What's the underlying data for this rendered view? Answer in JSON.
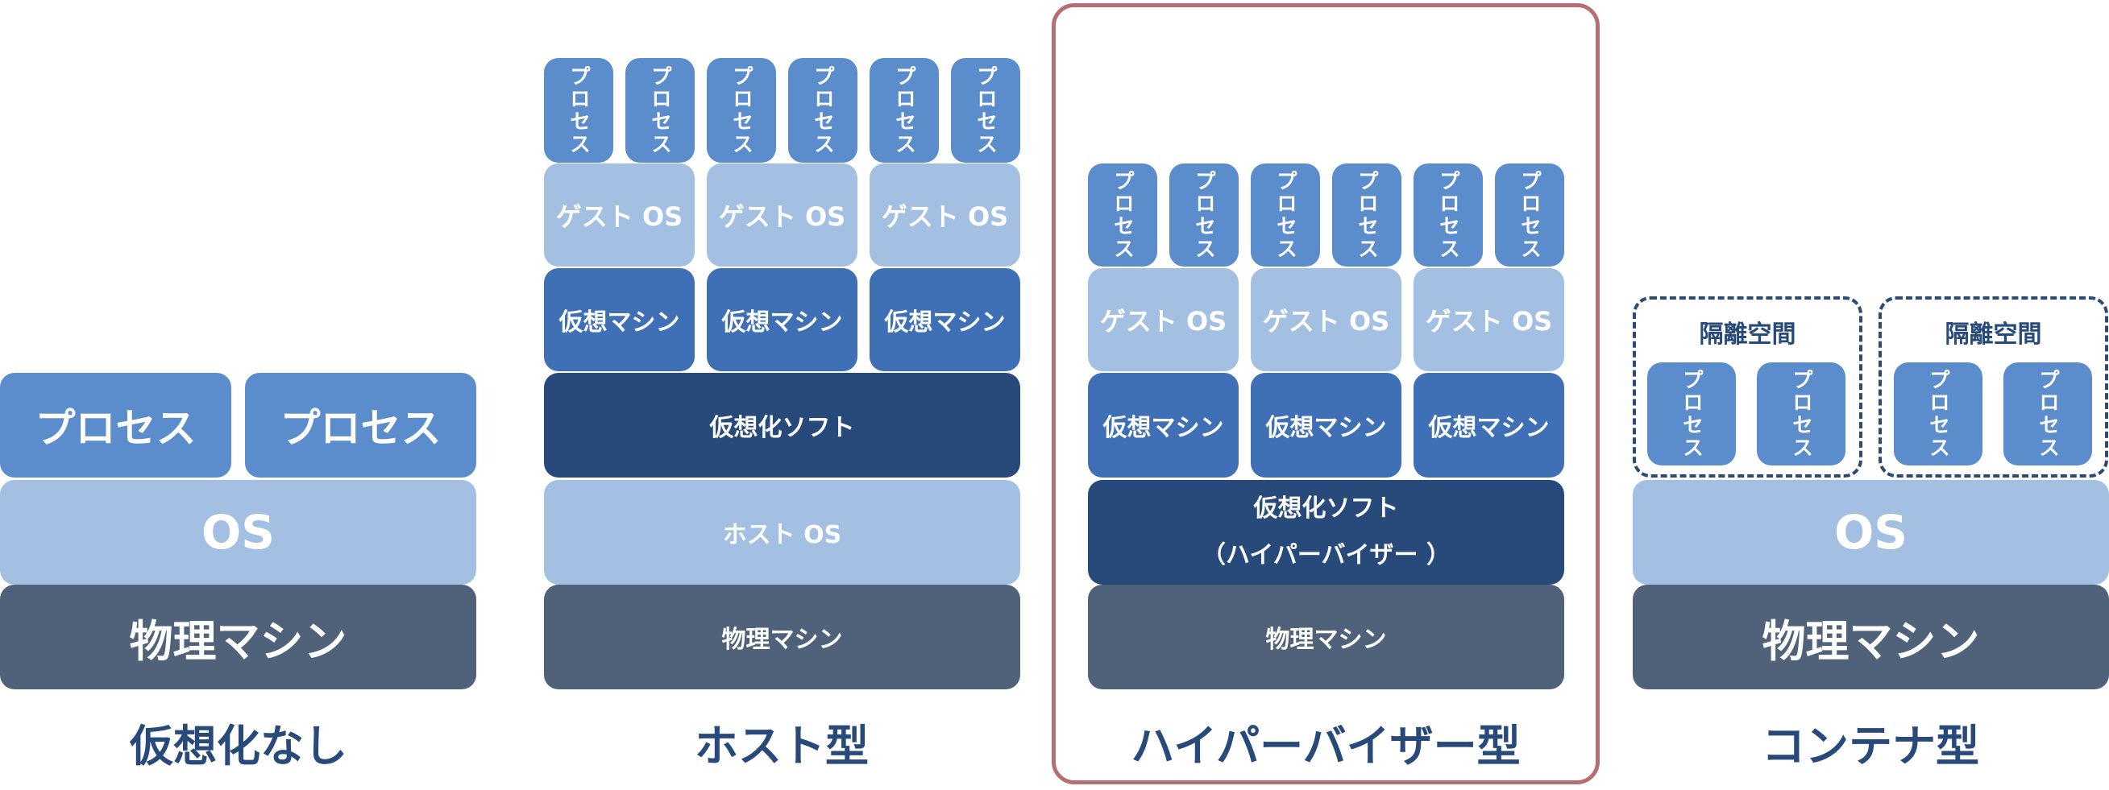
{
  "diagram": {
    "columns": [
      {
        "caption": "仮想化なし",
        "process_label": "プロセス",
        "os_label": "OS",
        "machine_label": "物理マシン"
      },
      {
        "caption": "ホスト型",
        "process_label": "プロセス",
        "guest_os_label": "ゲスト OS",
        "vm_label": "仮想マシン",
        "software_label": "仮想化ソフト",
        "host_os_label": "ホスト OS",
        "machine_label": "物理マシン"
      },
      {
        "caption": "ハイパーバイザー型",
        "process_label": "プロセス",
        "guest_os_label": "ゲスト OS",
        "vm_label": "仮想マシン",
        "software_line1": "仮想化ソフト",
        "software_line2": "（ハイパーバイザー ）",
        "machine_label": "物理マシン",
        "highlighted": true
      },
      {
        "caption": "コンテナ型",
        "isolation_label": "隔離空間",
        "process_label": "プロセス",
        "os_label": "OS",
        "machine_label": "物理マシン"
      }
    ],
    "colors": {
      "process": "#5b8ccc",
      "guest_os": "#a3c0e3",
      "virtual_machine": "#3f70b6",
      "virtualization_software": "#284a7b",
      "physical_machine": "#4f6279",
      "caption_text": "#284a7b",
      "highlight_frame": "#b76e72"
    }
  }
}
